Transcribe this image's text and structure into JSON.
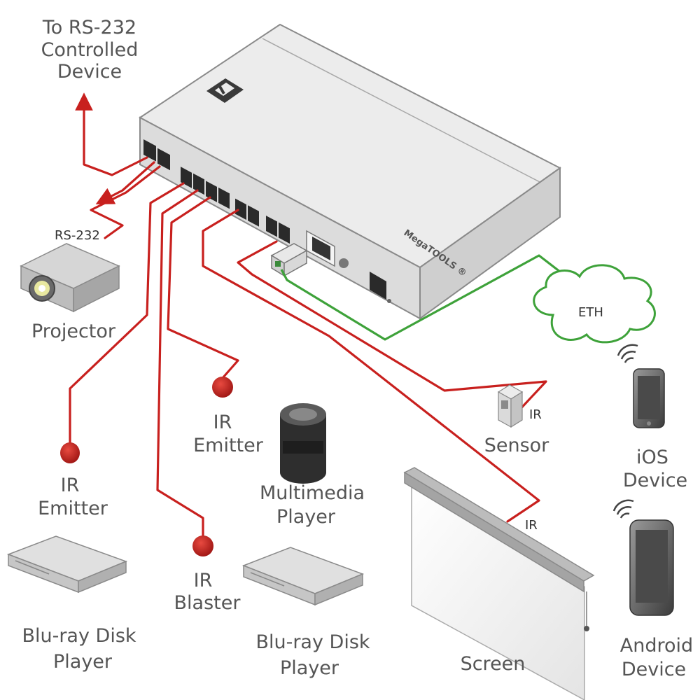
{
  "labels": {
    "rs232_device": [
      "To RS-232",
      "Controlled",
      "Device"
    ],
    "rs232": "RS-232",
    "projector": "Projector",
    "ir_emitter_left": [
      "IR",
      "Emitter"
    ],
    "ir_emitter_mid": [
      "IR",
      "Emitter"
    ],
    "ir_blaster": [
      "IR",
      "Blaster"
    ],
    "multimedia_player": [
      "Multimedia",
      "Player"
    ],
    "bluray_left": [
      "Blu-ray Disk",
      "Player"
    ],
    "bluray_mid": [
      "Blu-ray Disk",
      "Player"
    ],
    "sensor": "Sensor",
    "sensor_ir": "IR",
    "screen": "Screen",
    "screen_ir": "IR",
    "eth": "ETH",
    "ios": [
      "iOS",
      "Device"
    ],
    "android": [
      "Android",
      "Device"
    ]
  },
  "colors": {
    "cable": "#c8201e",
    "ethernet": "#3ea23a",
    "device_body": "#e6e6e6",
    "label_text": "#555555"
  },
  "icons": [
    "device-logo-icon",
    "wifi-signal-icon",
    "ir-emitter-icon",
    "ir-sensor-icon"
  ]
}
